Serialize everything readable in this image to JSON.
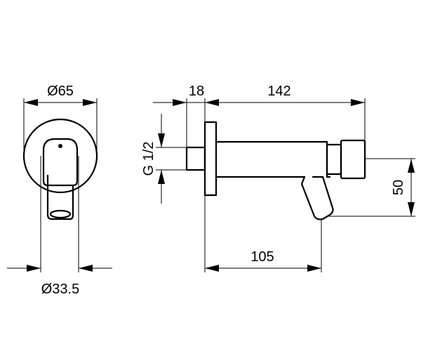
{
  "dimensions": {
    "front_diameter": "Ø65",
    "spout_diameter": "Ø33.5",
    "thread_size": "G 1/2",
    "flange_thickness": "18",
    "total_length": "142",
    "projection": "105",
    "height": "50"
  },
  "colors": {
    "line": "#000000",
    "background": "#ffffff"
  }
}
